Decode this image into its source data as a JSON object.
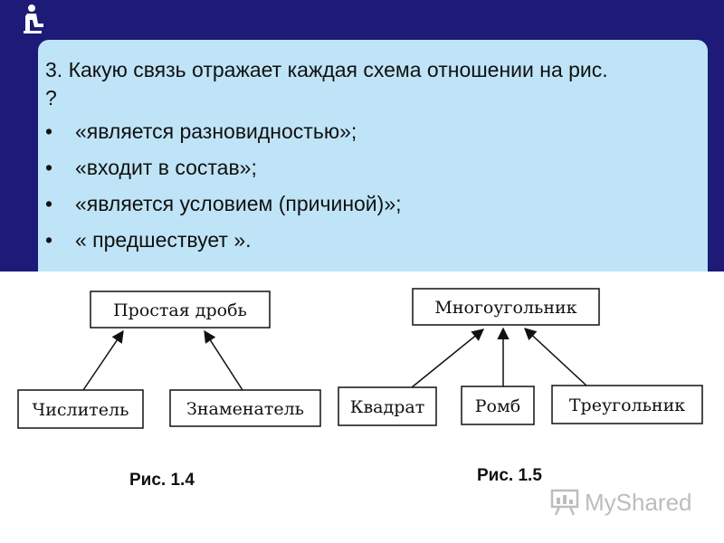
{
  "slide": {
    "question": "3. Какую связь отражает каждая схема отношении на рис. ?",
    "bullet_symbol": "•",
    "bullets": [
      "«является разновидностью»;",
      "«входит в состав»;",
      "«является условием (причиной)»;",
      "« предшествует »."
    ]
  },
  "figures": {
    "fig14": {
      "parent": "Простая дробь",
      "children": [
        "Числитель",
        "Знаменатель"
      ],
      "caption": "Рис. 1.4"
    },
    "fig15": {
      "parent": "Многоугольник",
      "children": [
        "Квадрат",
        "Ромб",
        "Треугольник"
      ],
      "caption": "Рис. 1.5"
    }
  },
  "watermark": {
    "text": "MyShared",
    "icon": "presentation-board-icon"
  },
  "colors": {
    "background": "#1d1a78",
    "panel": "#bfe4f7",
    "figure_background": "#ffffff",
    "box_border": "#111111"
  }
}
